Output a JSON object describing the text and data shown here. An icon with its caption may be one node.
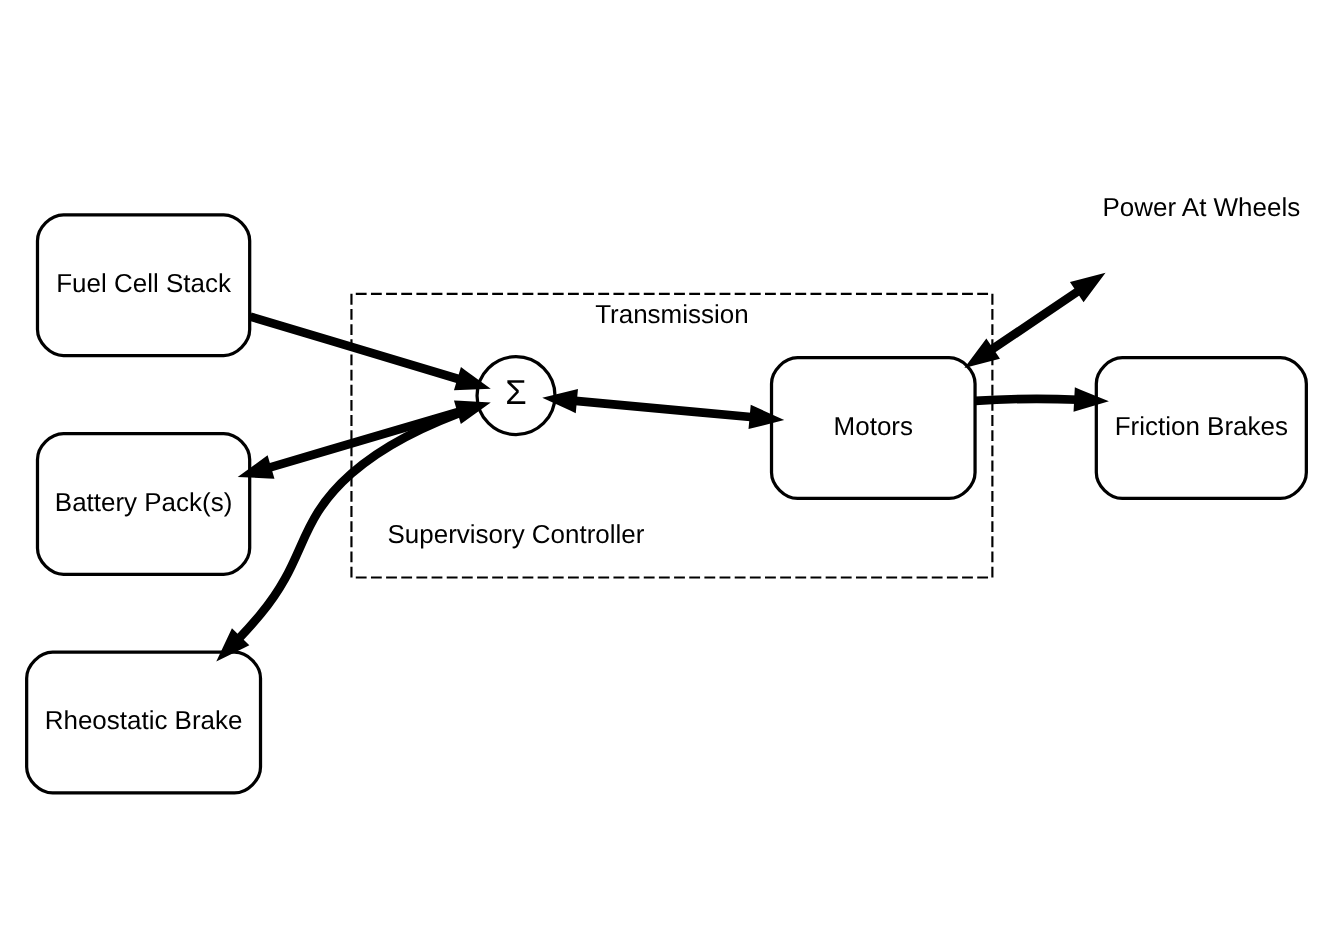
{
  "diagram": {
    "nodes": [
      {
        "text": [
          "Transmission"
        ]
      },
      {
        "text": [
          "Fuel Cell Stack"
        ]
      },
      {
        "text": [
          "Battery Pack(s)"
        ]
      },
      {
        "text": [
          "Rheostatic Brake"
        ]
      },
      {
        "text": [
          "Σ"
        ],
        "in": 0
      },
      {
        "text": [
          "Motors"
        ],
        "in": 0
      },
      {
        "text": [
          "Power At Wheels"
        ]
      },
      {
        "text": [
          "Friction Brakes"
        ]
      }
    ],
    "edges": [
      {
        "from": 1,
        "to": 4,
        "arrow": "to"
      },
      {
        "from": 2,
        "to": 4,
        "arrow": "both"
      },
      {
        "from": 4,
        "to": 3,
        "arrow": "to"
      },
      {
        "from": 4,
        "to": 5,
        "arrow": "both"
      },
      {
        "from": 5,
        "to": 6,
        "arrow": "both"
      },
      {
        "from": 5,
        "to": 7,
        "arrow": "to"
      }
    ],
    "labels": [
      "Supervisory Controller"
    ]
  }
}
